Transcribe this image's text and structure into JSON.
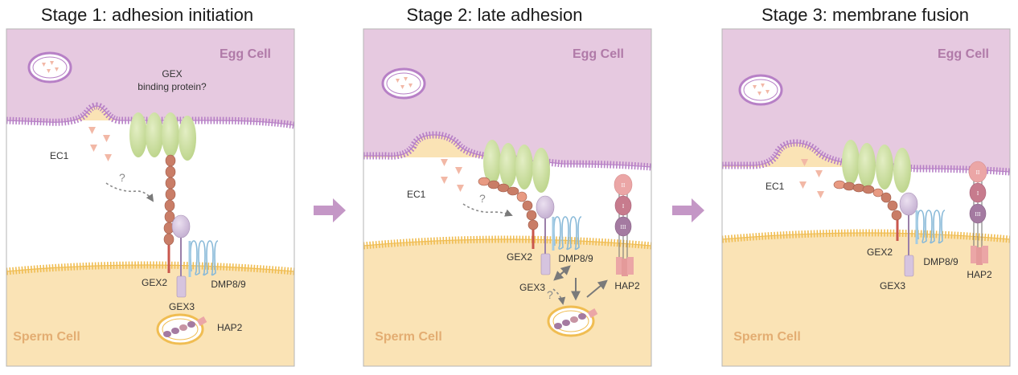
{
  "colors": {
    "egg_fill": "#e6c9e0",
    "egg_label": "#b07aa8",
    "membrane_egg": "#b780c6",
    "sperm_fill": "#fae3b5",
    "sperm_label": "#e3ad72",
    "membrane_sperm": "#f0bd52",
    "gex_green": "#cfe0a2",
    "chain_bead": "#c97d67",
    "ec1": "#f2b8a6",
    "dmp_blue": "#a4cce4",
    "gex3_lilac": "#d6c4df",
    "hap2_pink": "#eba6a6",
    "hap2_purple": "#a47aa1",
    "arrow_purple": "#c497c6",
    "arrow_grey": "#7a7a7a"
  },
  "stages": [
    {
      "title": "Stage 1: adhesion initiation",
      "egg_label": "Egg Cell",
      "sperm_label": "Sperm Cell",
      "gex_binding_label": "GEX\nbinding protein?",
      "labels": {
        "ec1": "EC1",
        "gex2": "GEX2",
        "gex3": "GEX3",
        "dmp": "DMP8/9",
        "hap2": "HAP2",
        "question": "?"
      }
    },
    {
      "title": "Stage 2: late adhesion",
      "egg_label": "Egg Cell",
      "sperm_label": "Sperm Cell",
      "labels": {
        "ec1": "EC1",
        "gex2": "GEX2",
        "gex3": "GEX3",
        "dmp": "DMP8/9",
        "hap2": "HAP2",
        "question": "?",
        "question2": "?"
      },
      "hap2_domains": [
        "II",
        "I",
        "III"
      ]
    },
    {
      "title": "Stage 3: membrane fusion",
      "egg_label": "Egg Cell",
      "sperm_label": "Sperm Cell",
      "labels": {
        "ec1": "EC1",
        "gex2": "GEX2",
        "gex3": "GEX3",
        "dmp": "DMP8/9",
        "hap2": "HAP2"
      },
      "hap2_domains": [
        "II",
        "I",
        "III"
      ]
    }
  ],
  "transitions": [
    "stage1-to-stage2",
    "stage2-to-stage3"
  ]
}
